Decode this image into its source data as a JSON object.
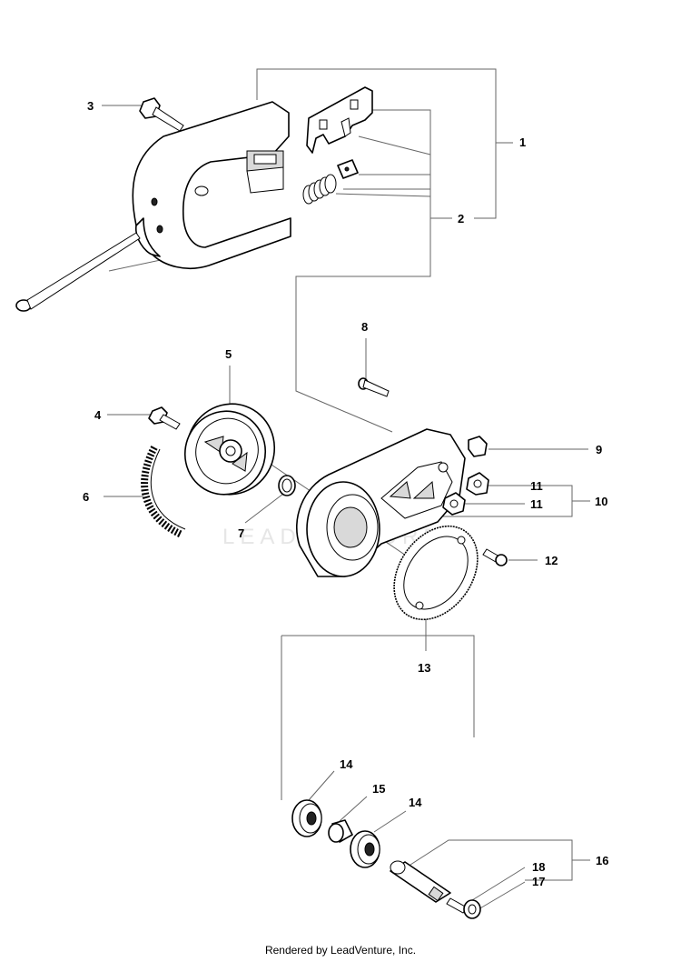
{
  "footer": "Rendered by LeadVenture, Inc.",
  "watermark": "LEADVENTURE",
  "callouts": {
    "c1": "1",
    "c2": "2",
    "c3": "3",
    "c4": "4",
    "c5": "5",
    "c6": "6",
    "c7": "7",
    "c8": "8",
    "c9": "9",
    "c10": "10",
    "c11a": "11",
    "c11b": "11",
    "c12": "12",
    "c13": "13",
    "c14a": "14",
    "c14b": "14",
    "c15": "15",
    "c16": "16",
    "c17": "17",
    "c18": "18"
  }
}
